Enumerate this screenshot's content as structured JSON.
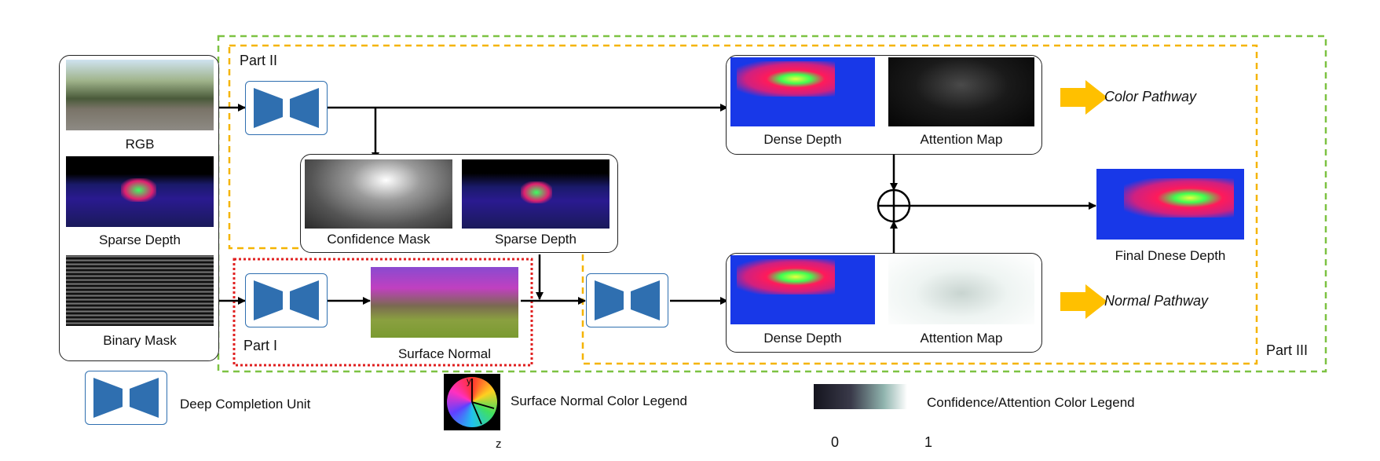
{
  "inputs": {
    "rgb": "RGB",
    "sparse_depth": "Sparse Depth",
    "binary_mask": "Binary Mask"
  },
  "parts": {
    "part1": "Part I",
    "part2": "Part II",
    "part3": "Part III"
  },
  "middle": {
    "confidence_mask": "Confidence Mask",
    "sparse_depth": "Sparse Depth",
    "surface_normal": "Surface Normal"
  },
  "color_branch": {
    "dense_depth": "Dense Depth",
    "attention_map": "Attention Map",
    "pathway": "Color Pathway"
  },
  "normal_branch": {
    "dense_depth": "Dense Depth",
    "attention_map": "Attention Map",
    "pathway": "Normal Pathway"
  },
  "output": {
    "final_depth": "Final Dnese Depth"
  },
  "legend": {
    "dcu": "Deep Completion Unit",
    "surface_normal": "Surface Normal Color Legend",
    "confidence": "Confidence/Attention  Color Legend",
    "axis_y": "y",
    "axis_z": "z",
    "scale_min": "0",
    "scale_max": "1"
  },
  "colors": {
    "part1_border": "#e02020",
    "part2_border": "#f5b400",
    "part3_border": "#7dc242",
    "dcu_fill": "#2f6fb0",
    "arrow_fill": "#ffc000"
  }
}
